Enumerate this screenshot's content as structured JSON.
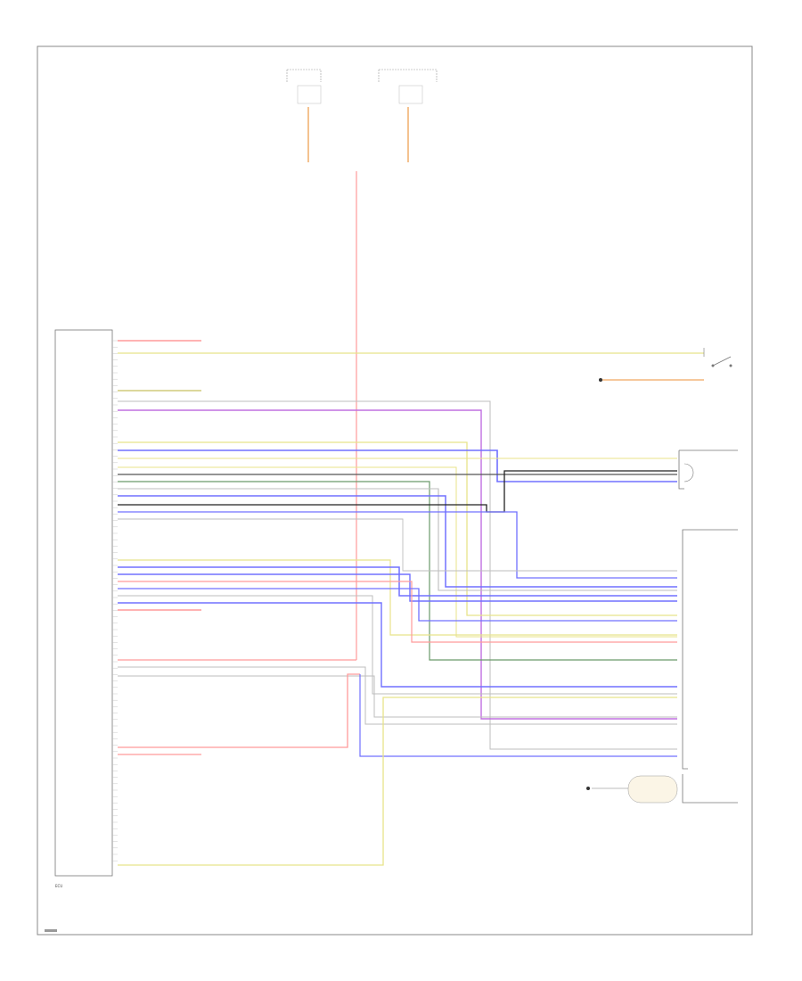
{
  "title": "",
  "left_module": {
    "label": "ECU"
  },
  "fuses": [
    {
      "id": "f1",
      "lines": [
        "",
        "",
        ""
      ]
    },
    {
      "id": "f2",
      "lines": [
        "",
        "",
        ""
      ]
    }
  ],
  "colors": {
    "red": "#ff9a9a",
    "yellow": "#e8e38a",
    "blue": "#7070ff",
    "gray": "#bdbdbd",
    "dark": "#555555",
    "green": "#6a9a6a",
    "purple": "#c070e0",
    "olive": "#c8c060",
    "orange": "#f0a860",
    "black": "#222222"
  }
}
